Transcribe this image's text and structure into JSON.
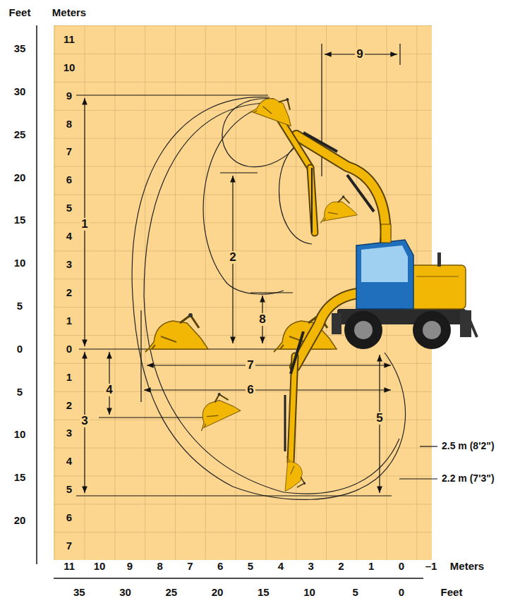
{
  "diagram": {
    "labels": [
      "Feet",
      "Meters",
      "35",
      "30",
      "25",
      "20",
      "15",
      "10",
      "5",
      "0",
      "5",
      "10",
      "15",
      "20",
      "11",
      "10",
      "9",
      "8",
      "7",
      "6",
      "5",
      "4",
      "3",
      "2",
      "1",
      "0",
      "1",
      "2",
      "3",
      "4",
      "5",
      "6",
      "7",
      "11",
      "10",
      "9",
      "8",
      "7",
      "6",
      "5",
      "4",
      "3",
      "2",
      "1",
      "0",
      "–1",
      "Meters",
      "35",
      "30",
      "25",
      "20",
      "15",
      "10",
      "5",
      "0",
      "Feet",
      "1",
      "2",
      "3",
      "4",
      "5",
      "6",
      "7",
      "8",
      "9",
      "2.5 m (8'2\")",
      "2.2 m (7'3\")"
    ]
  }
}
